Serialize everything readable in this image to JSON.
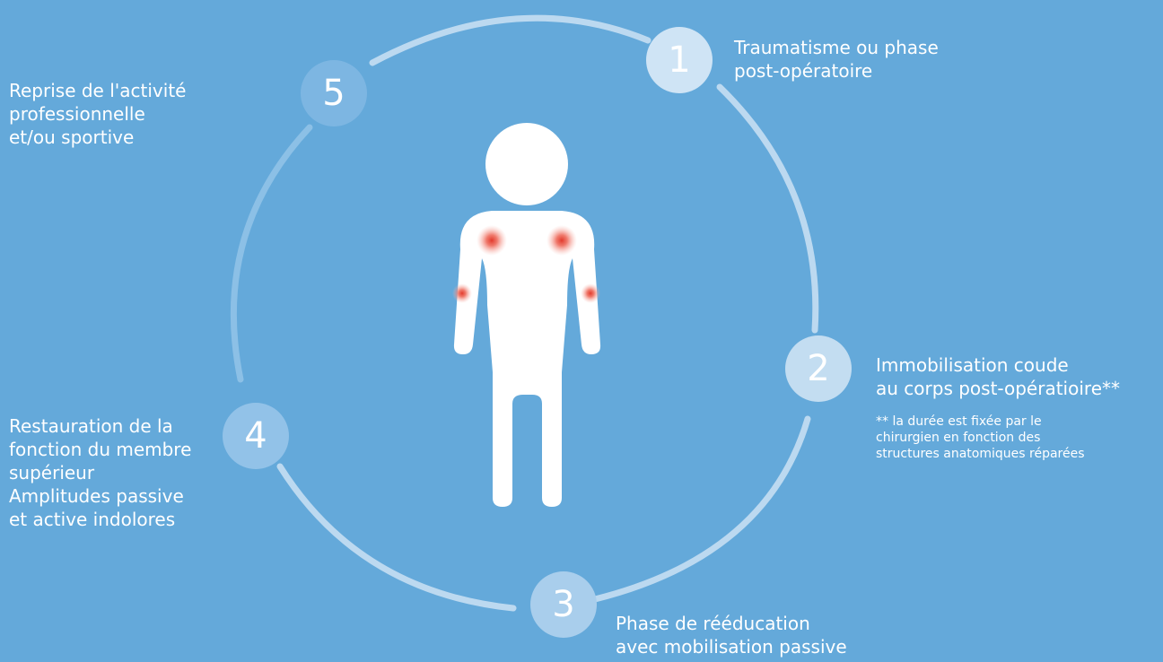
{
  "colors": {
    "background": "#64a9da",
    "arc": "#bcd9f0",
    "arc_faded": "#8cc0e6",
    "figure": "#ffffff",
    "pain_spot": "#e23a2c"
  },
  "steps": [
    {
      "number": "1",
      "label": "Traumatisme ou phase\npost-opératoire"
    },
    {
      "number": "2",
      "label": "Immobilisation coude\nau corps post-opératioire**",
      "note": "** la durée est fixée par le\nchirurgien en fonction des\nstructures anatomiques réparées"
    },
    {
      "number": "3",
      "label": "Phase de rééducation\navec mobilisation passive"
    },
    {
      "number": "4",
      "label": "Restauration de la\nfonction du membre\nsupérieur\nAmplitudes passive\net active indolores"
    },
    {
      "number": "5",
      "label": "Reprise de l'activité\nprofessionnelle\net/ou sportive"
    }
  ]
}
